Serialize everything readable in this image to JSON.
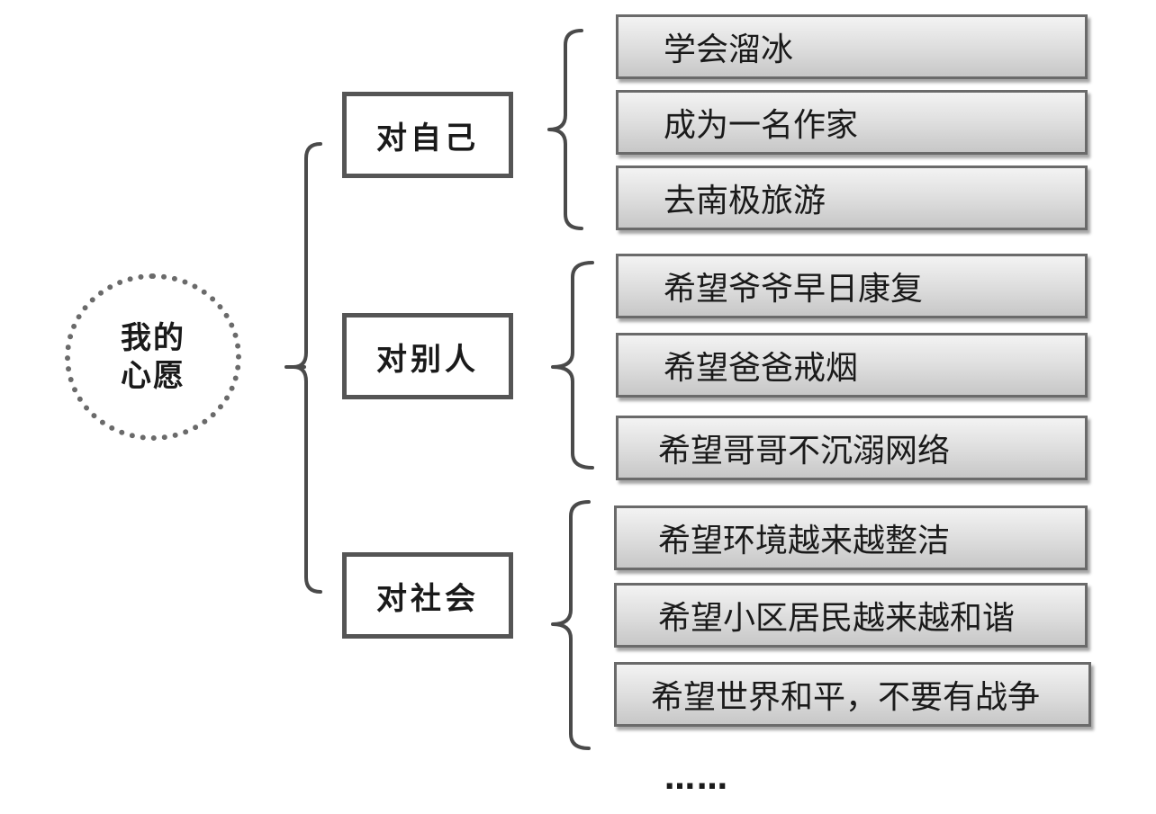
{
  "root": {
    "line1": "我的",
    "line2": "心愿"
  },
  "categories": [
    {
      "label": "对自己",
      "wishes": [
        "学会溜冰",
        "成为一名作家",
        "去南极旅游"
      ]
    },
    {
      "label": "对别人",
      "wishes": [
        "希望爷爷早日康复",
        "希望爸爸戒烟",
        "希望哥哥不沉溺网络"
      ]
    },
    {
      "label": "对社会",
      "wishes": [
        "希望环境越来越整洁",
        "希望小区居民越来越和谐",
        "希望世界和平，不要有战争"
      ]
    }
  ],
  "ellipsis": "……"
}
